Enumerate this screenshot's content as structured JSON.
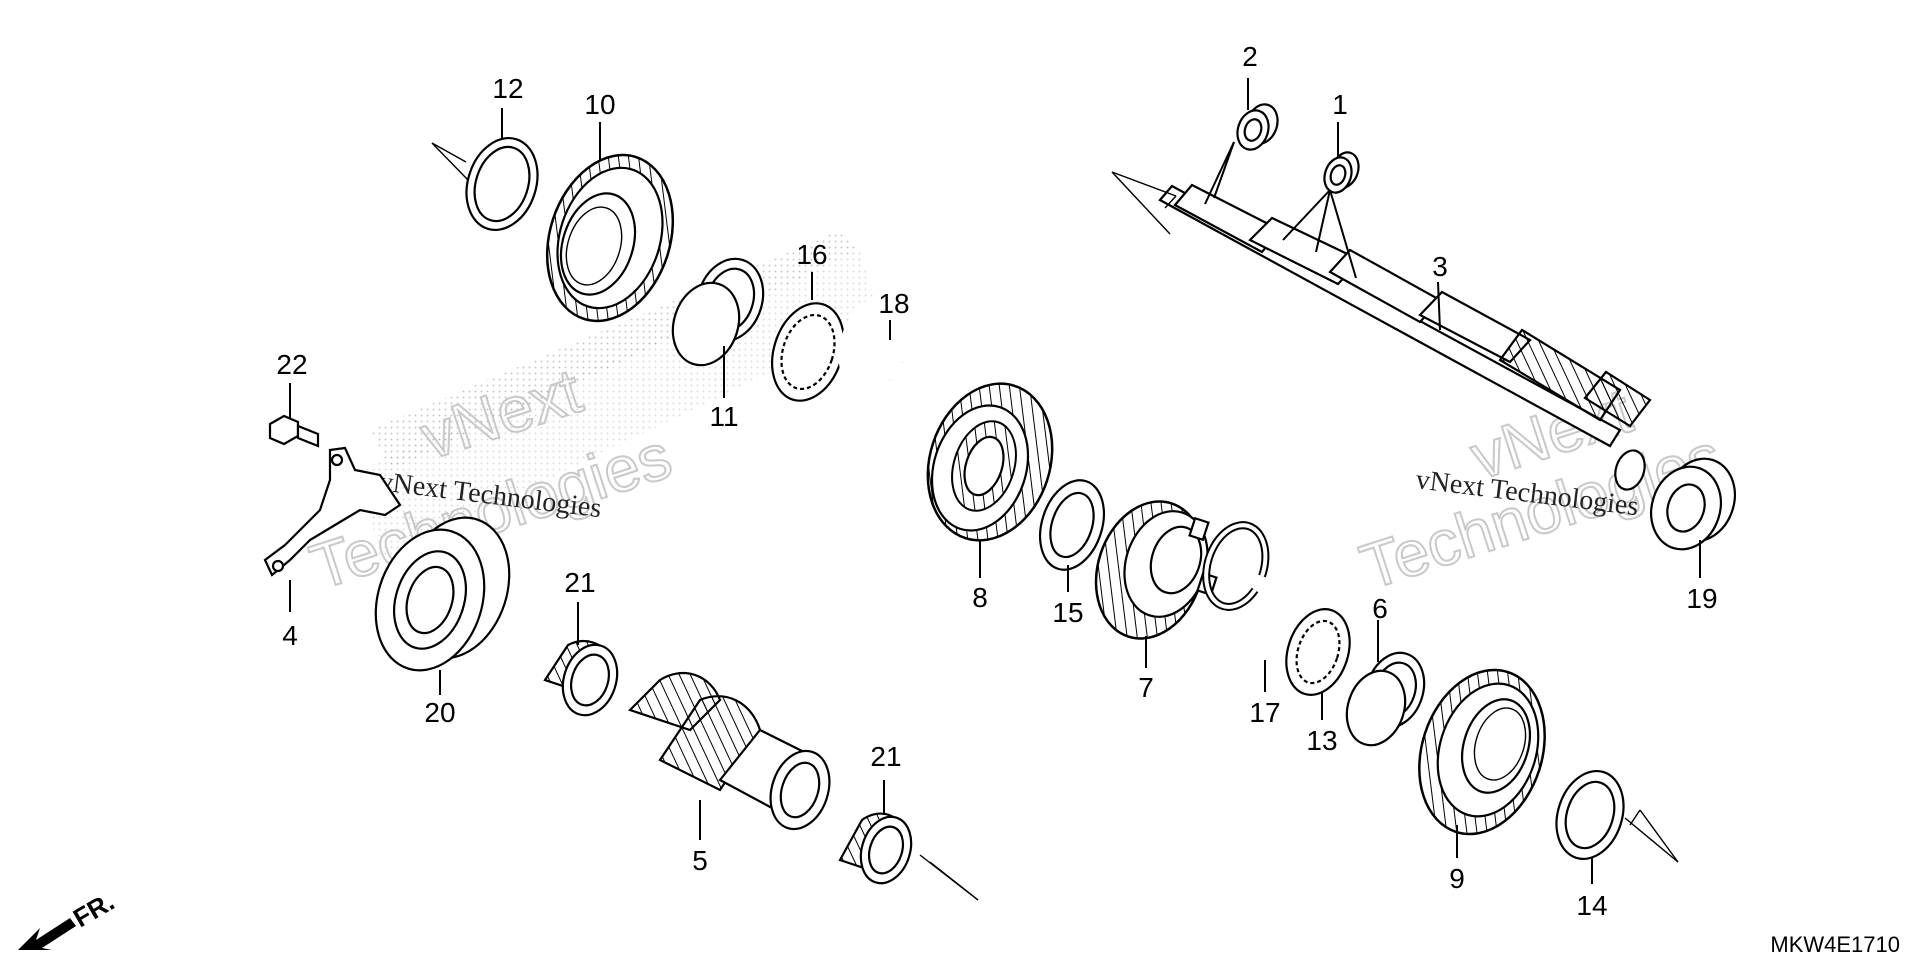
{
  "diagram_code": "MKW4E1710",
  "front_indicator": "FR.",
  "watermark": {
    "company_line1": "vNext",
    "company_line2": "Technologies",
    "company_full": "vNext Technologies"
  },
  "parts": [
    {
      "id": "p1",
      "label": "1"
    },
    {
      "id": "p2",
      "label": "2"
    },
    {
      "id": "p3",
      "label": "3"
    },
    {
      "id": "p4",
      "label": "4"
    },
    {
      "id": "p5",
      "label": "5"
    },
    {
      "id": "p6",
      "label": "6"
    },
    {
      "id": "p7",
      "label": "7"
    },
    {
      "id": "p8",
      "label": "8"
    },
    {
      "id": "p9",
      "label": "9"
    },
    {
      "id": "p10",
      "label": "10"
    },
    {
      "id": "p11",
      "label": "11"
    },
    {
      "id": "p12",
      "label": "12"
    },
    {
      "id": "p13",
      "label": "13"
    },
    {
      "id": "p14",
      "label": "14"
    },
    {
      "id": "p15",
      "label": "15"
    },
    {
      "id": "p16",
      "label": "16"
    },
    {
      "id": "p17",
      "label": "17"
    },
    {
      "id": "p18",
      "label": "18"
    },
    {
      "id": "p19",
      "label": "19"
    },
    {
      "id": "p20",
      "label": "20"
    },
    {
      "id": "p21a",
      "label": "21"
    },
    {
      "id": "p21b",
      "label": "21"
    },
    {
      "id": "p22",
      "label": "22"
    }
  ]
}
